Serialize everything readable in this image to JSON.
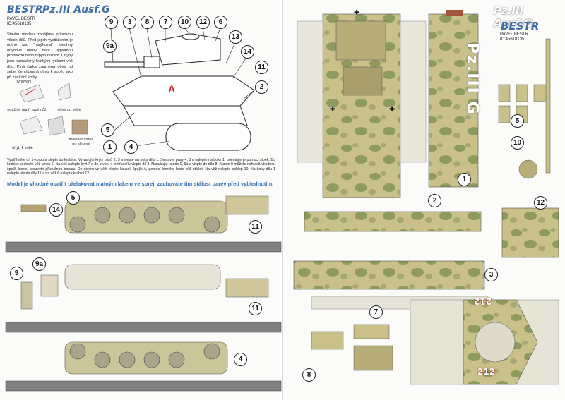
{
  "brand": "BESTR",
  "model": "Pz.III Ausf.G",
  "author": "PAVEL BESTR",
  "ic": "IC:45618135",
  "intro_text": "Stavbu modelu zahájíme přípravou všech dílů. Před jejich vystřižením je nutno tzv. \"narýhovat\" všechny ohybové hrany, např. vypsanou propiskou nebo tupým nožem. Ohyby jsou naznačeny krátkými ryskami vně dílu. Plná čárka znamená ohyb od sebe, čerchovaná ohyb k sobě, jako při zavírání knihy.",
  "legend": {
    "score": "rýhování",
    "ruler": "použijte např. tupý nůž",
    "fold_away": "ohyb od sebe",
    "fold_toward": "ohyb k sobě",
    "painted": "malování hran po slepení"
  },
  "assembly_text": "Vystřihněte díl 1-korbu a slepte do krabice. Vytvarujte kryty pásů 2, 3 a vlepte na boky dílu 1. Sestavte pásy 4, 5 a nalepte na boky 1, orientujte je pomocí šipek. Do krabice sestavte věž tanku 6. Na věž nalepte kryt 7 a do otvoru v lomítu dílu vlepte díl 8. Nanukujte kanón 9, 9a a vlepte do dílu 8. Kanón 9 můžete nahradit vhodnou špejlí, kterou obarvěte příslušnou barvou. Do otvoru ve věži vlepte kousek špejle A, pomocí kterého bude věž otáčet. Na věž nalepte poklop 10. Na boky dílu 1 nalepte vlepte díly 11 a na věž 6 nalepte krabici 12.",
  "note": "Model je vhodné opatřit přelakovat matným lakem ve sprej, zachováte tím stálost barev před vyblednutím.",
  "letter_a": "A",
  "diagram_numbers": [
    "9",
    "3",
    "8",
    "7",
    "10",
    "12",
    "6",
    "9a",
    "13",
    "14",
    "11",
    "2",
    "5",
    "1",
    "4"
  ],
  "left_part_numbers": [
    "14",
    "5",
    "11",
    "9",
    "9a",
    "11",
    "4"
  ],
  "right_part_numbers": [
    "1",
    "2",
    "3",
    "7",
    "8",
    "10",
    "12",
    "5"
  ],
  "hull_label": "Pz.III G",
  "turret_number": "212",
  "colors": {
    "camo_base": "#c9c08a",
    "camo_spot": "#8e9a5e",
    "track": "#6b6b6b",
    "accent": "#3d6ea5"
  }
}
